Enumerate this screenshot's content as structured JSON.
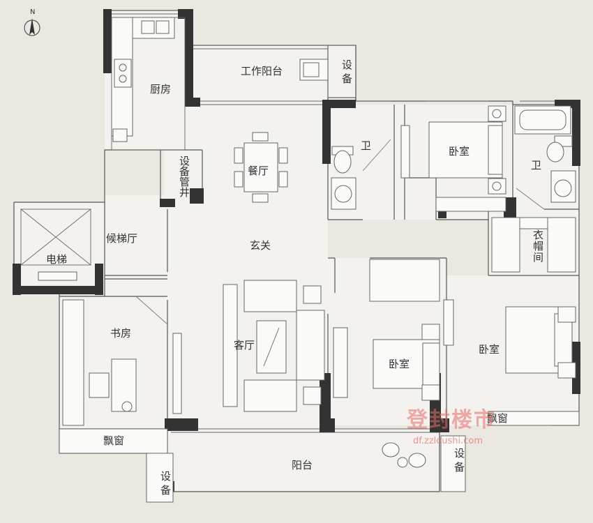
{
  "compass": {
    "label": "N"
  },
  "rooms": {
    "kitchen": "厨房",
    "work_balcony": "工作阳台",
    "equipment_top": "设\n备",
    "dining": "餐厅",
    "shaft": "设\n备\n管\n井",
    "bath1": "卫",
    "bedroom1": "卧室",
    "bath2": "卫",
    "elevator": "电梯",
    "elevator_hall": "候梯厅",
    "foyer": "玄关",
    "cloakroom": "衣\n帽\n间",
    "study": "书房",
    "living": "客厅",
    "bedroom2": "卧室",
    "master_bedroom": "卧室",
    "bay_window_study": "飘窗",
    "bay_window_master": "飘窗",
    "balcony": "阳台",
    "equipment_bottom_left": "设\n备",
    "equipment_bottom_right": "设\n备"
  },
  "watermark": {
    "brand": "登封楼市",
    "url": "df.zzloushi.com"
  },
  "colors": {
    "wall": "#333333",
    "background": "#ebe8e2",
    "watermark": "#e86a6a"
  }
}
